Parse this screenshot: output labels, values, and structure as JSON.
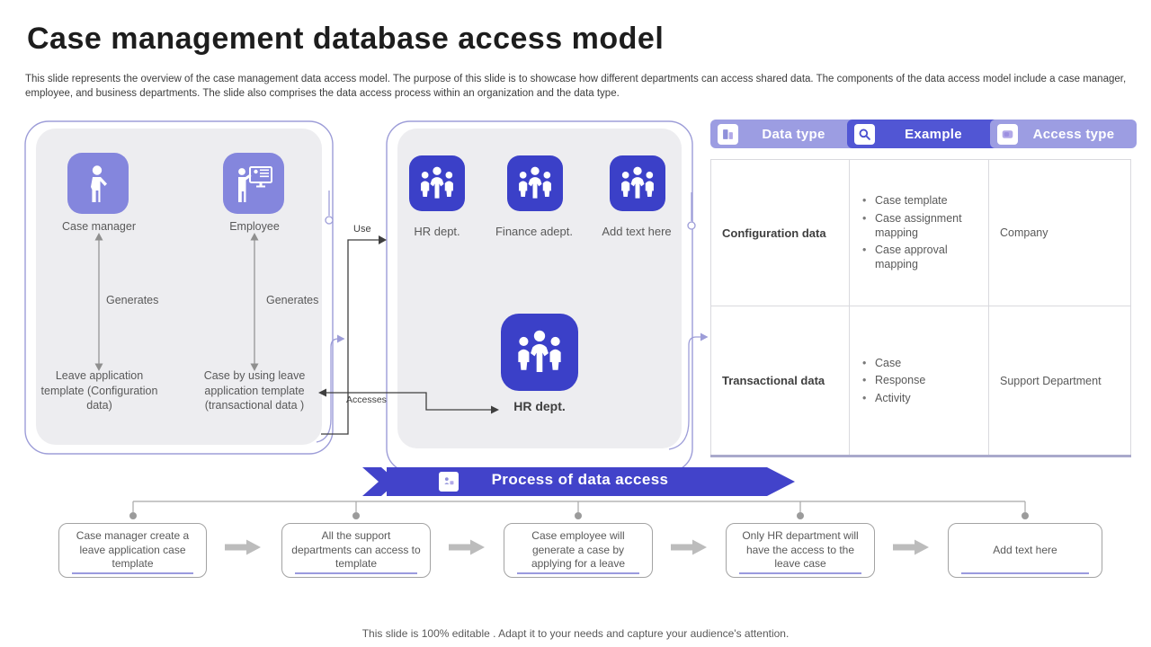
{
  "slide": {
    "title": "Case management database access model",
    "subtitle": "This slide represents the overview of the case management data access model. The purpose of this slide is to showcase how different departments can access shared data. The components of the data access model include a case manager, employee, and business departments. The slide also comprises the data access process within an organization and the data type.",
    "footer": "This slide is 100% editable . Adapt it to your needs and capture your audience's attention."
  },
  "left_panel": {
    "actors": [
      {
        "label": "Case manager",
        "icon": "person-icon"
      },
      {
        "label": "Employee",
        "icon": "presenter-icon"
      }
    ],
    "generates_label": "Generates",
    "outputs": [
      "Leave application template (Configuration data)",
      "Case by using leave application template (transactional data )"
    ]
  },
  "middle_panel": {
    "departments": [
      {
        "label": "HR dept.",
        "icon": "group-icon"
      },
      {
        "label": "Finance adept.",
        "icon": "group-icon"
      },
      {
        "label": "Add text here",
        "icon": "group-icon"
      }
    ],
    "bottom_department": "HR dept."
  },
  "connectors": {
    "use_label": "Use",
    "accesses_label": "Accesses"
  },
  "table": {
    "headers": [
      {
        "label": "Data type",
        "icon": "data-type-icon"
      },
      {
        "label": "Example",
        "icon": "magnifier-icon"
      },
      {
        "label": "Access type",
        "icon": "access-type-icon"
      }
    ],
    "rows": [
      {
        "data_type": "Configuration data",
        "examples": [
          "Case template",
          "Case assignment mapping",
          "Case approval mapping"
        ],
        "access_type": "Company"
      },
      {
        "data_type": "Transactional data",
        "examples": [
          "Case",
          "Response",
          "Activity"
        ],
        "access_type": "Support Department"
      }
    ]
  },
  "banner": {
    "label": "Process of data access",
    "icon": "process-icon"
  },
  "process_steps": [
    "Case manager create a leave application case template",
    "All the support departments can access to template",
    "Case employee will generate a case by applying for a leave",
    "Only HR department will have the access to the leave case",
    "Add text here"
  ],
  "colors": {
    "indigo_tile": "#3b40c8",
    "light_tile": "#8486dd",
    "chip": "#9c9de2",
    "chip_active": "#5156d4",
    "banner": "#4243ca",
    "panel_fill": "#ededf0",
    "panel_outline": "#9d9dd8",
    "table_border": "#d9d9de"
  }
}
